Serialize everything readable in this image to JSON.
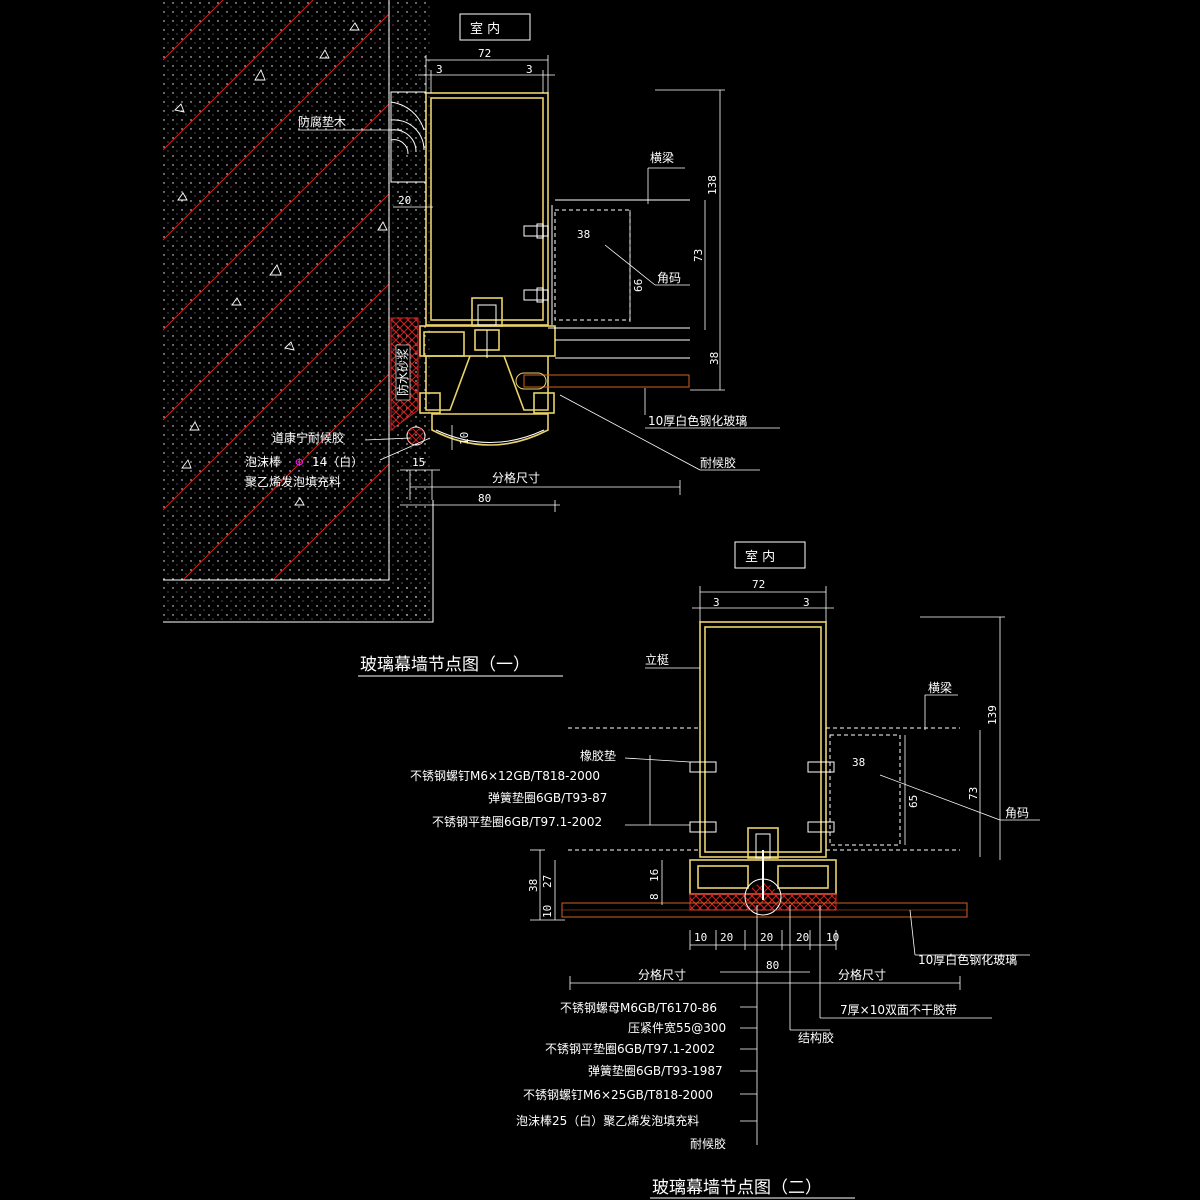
{
  "detail1": {
    "indoor": "室  内",
    "title": "玻璃幕墙节点图（一）",
    "dims": {
      "d72": "72",
      "d3a": "3",
      "d3b": "3",
      "d138": "138",
      "d20": "20",
      "d38a": "38",
      "d73": "73",
      "d66": "66",
      "d38b": "38",
      "d10": "10",
      "d15": "15",
      "d80": "80"
    },
    "labels": {
      "wood": "防腐垫木",
      "beam": "横梁",
      "corner": "角码",
      "mortar": "防水砂浆",
      "glass": "10厚白色钢化玻璃",
      "dowsil": "道康宁耐候胶",
      "foam_a": "泡沫棒",
      "foam_b": "14（白）",
      "foam_c": "聚乙烯发泡填充料",
      "grid": "分格尺寸",
      "sealant": "耐候胶"
    }
  },
  "detail2": {
    "indoor": "室  内",
    "title": "玻璃幕墙节点图（二）",
    "dims": {
      "d72": "72",
      "d3a": "3",
      "d3b": "3",
      "d139": "139",
      "d38a": "38",
      "d73": "73",
      "d65": "65",
      "d38b": "38",
      "d27": "27",
      "d10a": "10",
      "d16": "16",
      "d8": "8",
      "b1": "10",
      "b2": "20",
      "b3": "20",
      "b4": "20",
      "b5": "10",
      "d80": "80"
    },
    "labels": {
      "mullion": "立梃",
      "beam": "横梁",
      "corner": "角码",
      "rubber": "橡胶垫",
      "bolt1": "不锈钢螺钉M6×12GB/T818-2000",
      "spring1": "弹簧垫圈6GB/T93-87",
      "washer1": "不锈钢平垫圈6GB/T97.1-2002",
      "glass": "10厚白色钢化玻璃",
      "grid_l": "分格尺寸",
      "grid_r": "分格尺寸",
      "nut": "不锈钢螺母M6GB/T6170-86",
      "plate": "压紧件宽55@300",
      "washer2": "不锈钢平垫圈6GB/T97.1-2002",
      "spring2": "弹簧垫圈6GB/T93-1987",
      "bolt2": "不锈钢螺钉M6×25GB/T818-2000",
      "foam": "泡沫棒25（白）聚乙烯发泡填充料",
      "sealant": "耐候胶",
      "tape": "7厚×10双面不干胶带",
      "structural": "结构胶"
    }
  }
}
